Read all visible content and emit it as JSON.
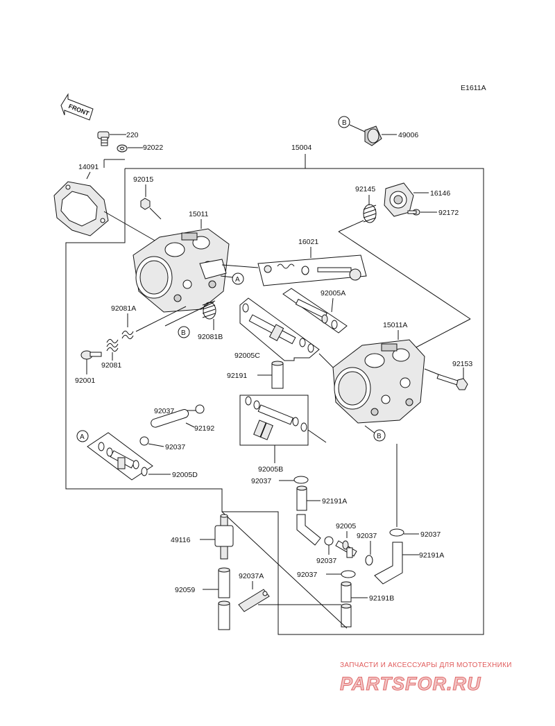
{
  "diagram_code": "E1611A",
  "front_arrow_text": "FRONT",
  "callouts": {
    "A": "A",
    "B": "B"
  },
  "parts": {
    "p220": "220",
    "p92022": "92022",
    "p14091": "14091",
    "p15004": "15004",
    "p49006": "49006",
    "p92015": "92015",
    "p15011": "15011",
    "p92145": "92145",
    "p16146": "16146",
    "p92172": "92172",
    "p16021": "16021",
    "p92005A": "92005A",
    "p15011A": "15011A",
    "p92081A": "92081A",
    "p92081B": "92081B",
    "p92005C": "92005C",
    "p92081": "92081",
    "p92001": "92001",
    "p92153": "92153",
    "p92191": "92191",
    "p92037_1": "92037",
    "p92192": "92192",
    "p92037_2": "92037",
    "p92005D": "92005D",
    "p92005B": "92005B",
    "p92037_3": "92037",
    "p92191A_1": "92191A",
    "p49116": "49116",
    "p92005": "92005",
    "p92037_4": "92037",
    "p92037_5": "92037",
    "p92037_6": "92037",
    "p92037_7": "92037",
    "p92191A_2": "92191A",
    "p92037A": "92037A",
    "p92059": "92059",
    "p92191B": "92191B"
  },
  "watermark": {
    "line1": "ЗАПЧАСТИ И АКСЕССУАРЫ ДЛЯ МОТОТЕХНИКИ",
    "line2": "PARTSFOR.RU"
  }
}
